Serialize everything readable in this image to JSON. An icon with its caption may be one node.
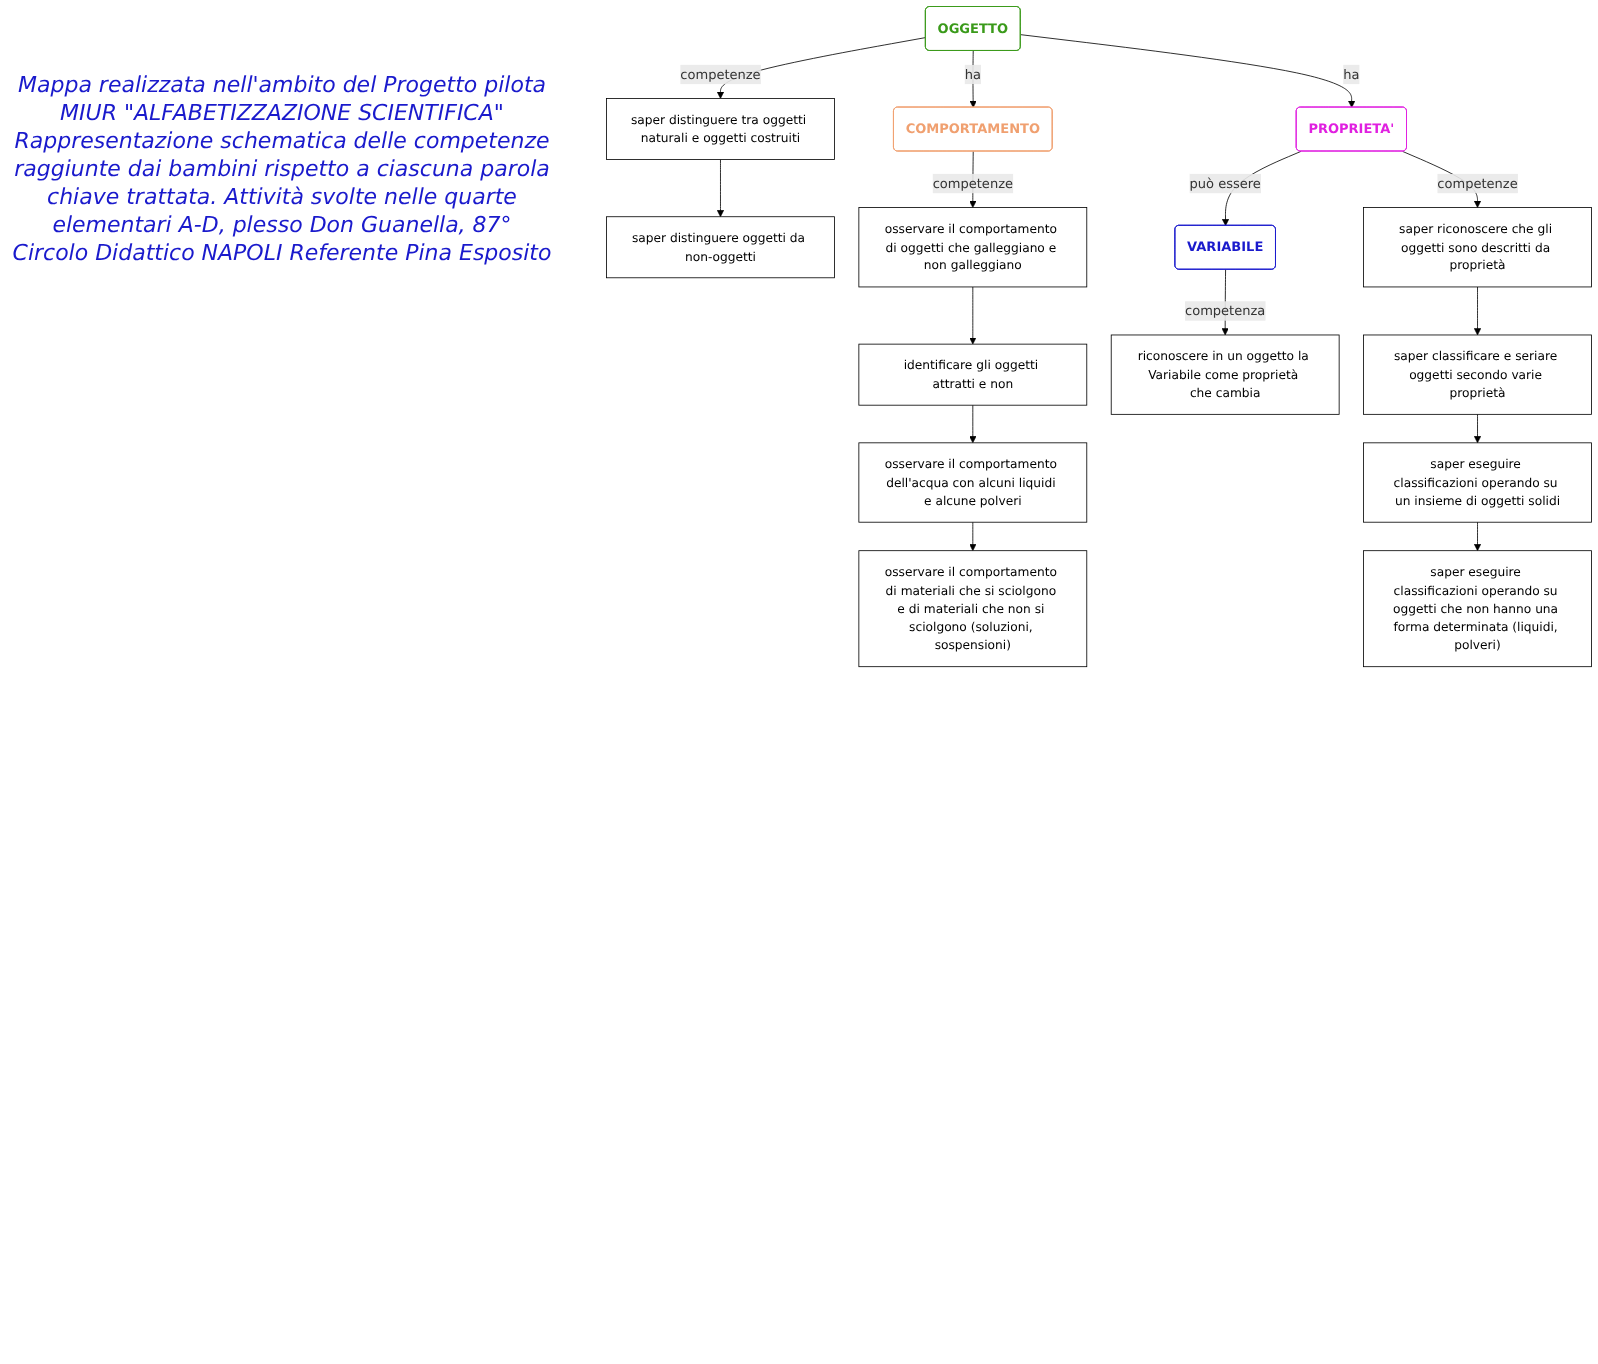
{
  "diagram": {
    "nodes": [
      {
        "text": [
          "saper distinguere oggetti da non-oggetti"
        ]
      },
      {
        "text": [
          "saper distinguere tra oggetti naturali e oggetti costruiti"
        ]
      },
      {
        "text": [
          "OGGETTO"
        ]
      },
      {
        "text": [
          "VARIABILE"
        ]
      },
      {
        "text": [
          "COMPORTAMENTO"
        ]
      },
      {
        "text": [
          "riconoscere in un oggetto la Variabile come proprietà che cambia"
        ]
      },
      {
        "text": [
          "PROPRIETA'"
        ]
      },
      {
        "text": [
          "osservare il comportamento di oggetti che galleggiano e non galleggiano"
        ]
      },
      {
        "text": [
          "saper riconoscere che gli oggetti sono descritti da proprietà"
        ]
      },
      {
        "text": [
          "identificare gli oggetti attratti e non"
        ]
      },
      {
        "text": [
          "saper classificare e seriare oggetti secondo varie proprietà"
        ]
      },
      {
        "text": [
          "osservare il comportamento dell'acqua con alcuni liquidi e alcune polveri"
        ]
      },
      {
        "text": [
          "saper eseguire classificazioni operando su un insieme di oggetti solidi"
        ]
      },
      {
        "text": [
          "osservare il comportamento di materiali che si sciolgono e di materiali che non si sciolgono (soluzioni, sospensioni)"
        ]
      },
      {
        "text": [
          "saper eseguire classificazioni operando su oggetti che non hanno una forma determinata (liquidi, polveri)"
        ]
      }
    ],
    "edges": [
      {
        "from": 2,
        "to": 1,
        "label": "competenze",
        "arrow": "to"
      },
      {
        "from": 1,
        "to": 0,
        "arrow": "to"
      },
      {
        "from": 2,
        "to": 4,
        "label": "ha",
        "arrow": "to"
      },
      {
        "from": 2,
        "to": 6,
        "label": "ha",
        "arrow": "to"
      },
      {
        "from": 6,
        "to": 3,
        "label": "può essere",
        "arrow": "to"
      },
      {
        "from": 3,
        "to": 5,
        "label": "competenza",
        "arrow": "to"
      },
      {
        "from": 6,
        "to": 8,
        "label": "competenze",
        "arrow": "to"
      },
      {
        "from": 8,
        "to": 10,
        "arrow": "to"
      },
      {
        "from": 10,
        "to": 12,
        "arrow": "to"
      },
      {
        "from": 12,
        "to": 14,
        "arrow": "to"
      },
      {
        "from": 4,
        "to": 7,
        "label": "competenze",
        "arrow": "to"
      },
      {
        "from": 7,
        "to": 9,
        "arrow": "to"
      },
      {
        "from": 9,
        "to": 11,
        "arrow": "to"
      },
      {
        "from": 11,
        "to": 13,
        "arrow": "to"
      }
    ],
    "labels": [
      "Mappa realizzata nell'ambito del Progetto pilota MIUR \"ALFABETIZZAZIONE SCIENTIFICA\" Rappresentazione schematica delle competenze raggiunte dai bambini rispetto a ciascuna parola chiave trattata. Attività svolte nelle quarte elementari A-D, plesso Don Guanella, 87° Circolo Didattico NAPOLI Referente Pina Esposito"
    ]
  }
}
